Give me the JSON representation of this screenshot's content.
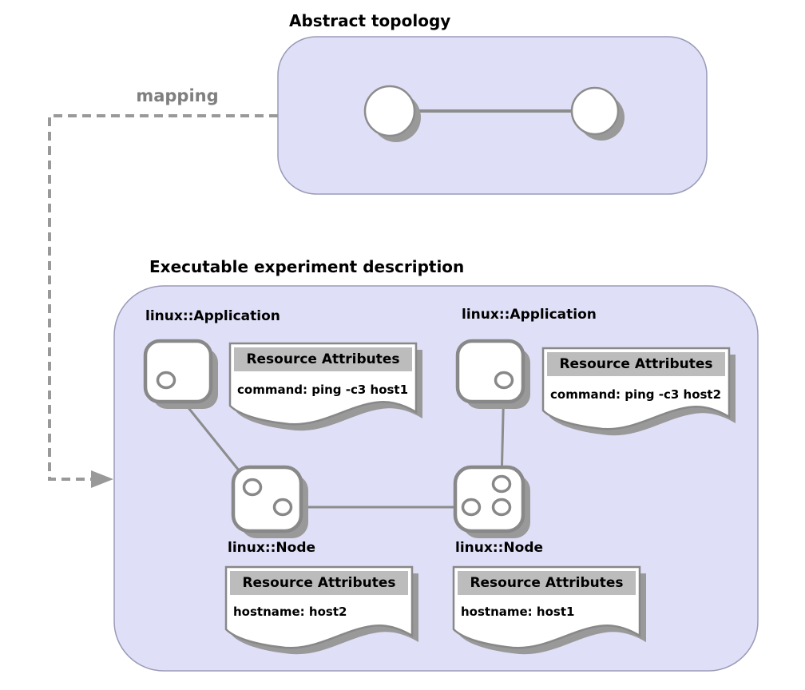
{
  "titles": {
    "abstract": "Abstract topology",
    "mapping": "mapping",
    "executable": "Executable experiment description"
  },
  "applications": [
    {
      "type_label": "linux::Application",
      "note": {
        "header": "Resource Attributes",
        "attribute": "command: ping -c3 host1"
      }
    },
    {
      "type_label": "linux::Application",
      "note": {
        "header": "Resource Attributes",
        "attribute": "command: ping -c3 host2"
      }
    }
  ],
  "nodes": [
    {
      "type_label": "linux::Node",
      "note": {
        "header": "Resource Attributes",
        "attribute": "hostname: host2"
      }
    },
    {
      "type_label": "linux::Node",
      "note": {
        "header": "Resource Attributes",
        "attribute": "hostname: host1"
      }
    }
  ],
  "colors": {
    "panel_fill": "#dfe0f7",
    "panel_stroke": "#9a9ab8",
    "shape_stroke": "#888888",
    "shadow": "#999999",
    "line": "#8c8c8c",
    "note_header_fill": "#bcbcbc",
    "mapping_text": "#7f7f7f"
  }
}
